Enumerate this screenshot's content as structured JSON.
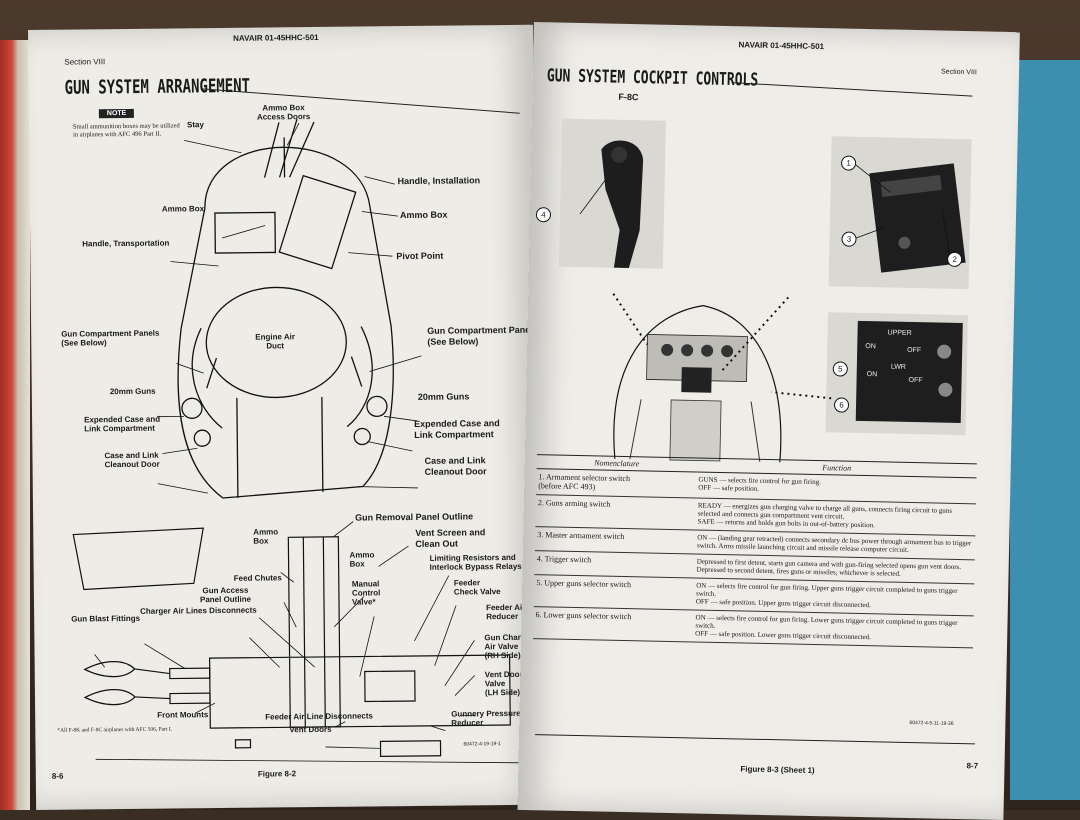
{
  "left_page": {
    "section": "Section VIII",
    "doc_number": "NAVAIR 01-45HHC-501",
    "title": "GUN SYSTEM ARRANGEMENT",
    "note_label": "NOTE",
    "note_text": "Small ammunition boxes may be utilized in airplanes with AFC 496 Part II.",
    "labels": {
      "stay": "Stay",
      "ammo_box_doors": "Ammo Box\nAccess Doors",
      "handle_installation": "Handle, Installation",
      "ammo_box_top": "Ammo Box",
      "ammo_box_right": "Ammo Box",
      "pivot_point": "Pivot Point",
      "handle_transportation": "Handle, Transportation",
      "gun_comp_panels_left": "Gun Compartment Panels\n(See Below)",
      "engine_air_duct": "Engine Air\nDuct",
      "gun_comp_panels_right": "Gun Compartment Panels\n(See Below)",
      "guns_left": "20mm Guns",
      "guns_right": "20mm Guns",
      "expended_left": "Expended Case and\nLink Compartment",
      "expended_right": "Expended Case and\nLink Compartment",
      "cleanout_left": "Case and Link\nCleanout Door",
      "cleanout_right": "Case and Link\nCleanout Door",
      "removal_panel": "Gun Removal Panel Outline",
      "vent_screen": "Vent Screen and\nClean Out",
      "ammo_box_lower1": "Ammo\nBox",
      "ammo_box_lower2": "Ammo\nBox",
      "limiting_resistors": "Limiting Resistors and\nInterlock Bypass Relays",
      "feed_chutes": "Feed Chutes",
      "manual_control": "Manual\nControl\nValve*",
      "feeder_check": "Feeder\nCheck Valve",
      "gun_access": "Gun Access\nPanel Outline",
      "charger_air": "Charger Air Lines Disconnects",
      "feeder_air_reducer": "Feeder Air\nReducer",
      "gun_blast": "Gun Blast Fittings",
      "gun_charger": "Gun Charger\nAir Valve\n(RH Side)",
      "vent_door_valve": "Vent Door\nValve\n(LH Side)",
      "front_mounts": "Front Mounts",
      "feeder_disconnects": "Feeder Air Line Disconnects",
      "vent_doors": "Vent Doors",
      "gunnery_reducer": "Gunnery Pressure\nReducer"
    },
    "footnote": "*All F-8K and F-8C airplanes with AFC 506, Part I.",
    "page_num": "8-6",
    "figure": "Figure 8-2",
    "ref_code": "60472-4-19-19-1"
  },
  "right_page": {
    "doc_number": "NAVAIR 01-45HHC-501",
    "section": "Section VIII",
    "title": "GUN SYSTEM COCKPIT CONTROLS",
    "subtitle": "F-8C",
    "callouts": [
      "1",
      "2",
      "3",
      "4",
      "5",
      "6"
    ],
    "panel_labels": {
      "upper": "UPPER",
      "on1": "ON",
      "off1": "OFF",
      "on2": "ON",
      "off2": "OFF",
      "lwr": "LWR"
    },
    "table": {
      "col_nomenclature": "Nomenclature",
      "col_function": "Function",
      "rows": [
        {
          "name": "1. Armament selector switch\n(before AFC 493)",
          "func": "GUNS — selects fire control for gun firing.\nOFF — safe position."
        },
        {
          "name": "2. Guns arming switch",
          "func": "READY — energizes gun charging valve to charge all guns, connects firing circuit to guns selected and connects gun compartment vent circuit.\nSAFE — returns and holds gun bolts in out-of-battery position."
        },
        {
          "name": "3. Master armament switch",
          "func": "ON — (landing gear retracted) connects secondary dc bus power through armament bus to trigger switch. Arms missile launching circuit and missile release computer circuit."
        },
        {
          "name": "4. Trigger switch",
          "func": "Depressed to first detent, starts gun camera and with gun-firing selected opens gun vent doors.\nDepressed to second detent, fires guns or missiles, whichever is selected."
        },
        {
          "name": "5. Upper guns selector switch",
          "func": "ON — selects fire control for gun firing. Upper guns trigger circuit completed to guns trigger switch.\nOFF — safe position. Upper guns trigger circuit disconnected."
        },
        {
          "name": "6. Lower guns selector switch",
          "func": "ON — selects fire control for gun firing. Lower guns trigger circuit completed to guns trigger switch.\nOFF — safe position. Lower guns trigger circuit disconnected."
        }
      ]
    },
    "ref_code": "60472-4-5-11-19-36",
    "figure": "Figure 8-3 (Sheet 1)",
    "page_num": "8-7"
  }
}
